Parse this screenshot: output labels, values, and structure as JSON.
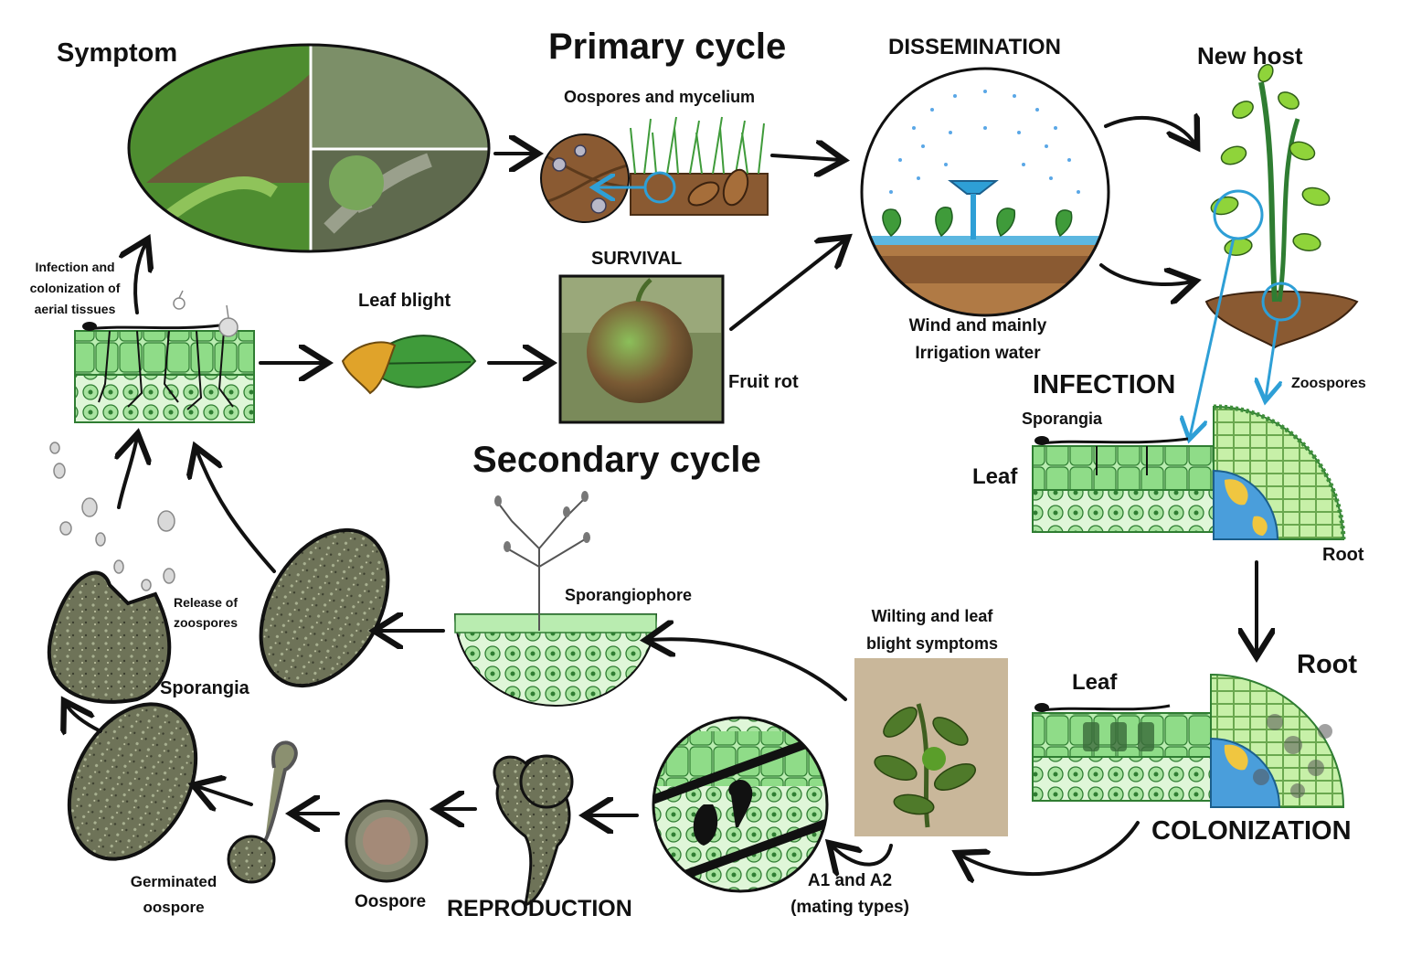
{
  "titles": {
    "primary_cycle": "Primary cycle",
    "secondary_cycle": "Secondary cycle"
  },
  "labels": {
    "symptom": "Symptom",
    "oospores_mycelium": "Oospores and mycelium",
    "dissemination": "DISSEMINATION",
    "new_host": "New host",
    "survival": "SURVIVAL",
    "leaf_blight": "Leaf blight",
    "fruit_rot": "Fruit rot",
    "wind_line1": "Wind and mainly",
    "wind_line2": "Irrigation water",
    "infection_colonization_l1": "Infection and",
    "infection_colonization_l2": "colonization of",
    "infection_colonization_l3": "aerial tissues",
    "infection": "INFECTION",
    "sporangia_top": "Sporangia",
    "zoospores": "Zoospores",
    "leaf_infection": "Leaf",
    "root_infection": "Root",
    "release_l1": "Release of",
    "release_l2": "zoospores",
    "sporangiophore": "Sporangiophore",
    "wilting_l1": "Wilting and leaf",
    "wilting_l2": "blight symptoms",
    "sporangia_left": "Sporangia",
    "leaf_colonization": "Leaf",
    "root_colonization": "Root",
    "colonization": "COLONIZATION",
    "germinated_l1": "Germinated",
    "germinated_l2": "oospore",
    "oospore": "Oospore",
    "reproduction": "REPRODUCTION",
    "mating_l1": "A1 and A2",
    "mating_l2": "(mating types)"
  },
  "colors": {
    "leaf_green": "#7fd17a",
    "cell_green": "#b9ecb0",
    "dark_green": "#2f7d32",
    "soil": "#8a5a32",
    "water_blue": "#2e9fd6",
    "arrow": "#111111",
    "sporangium": "#6e7358"
  }
}
